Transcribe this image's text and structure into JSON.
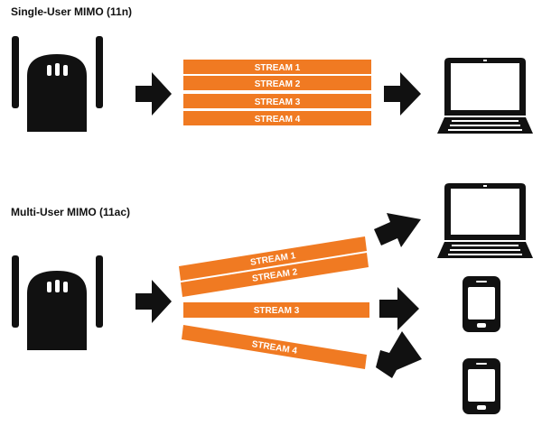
{
  "single_user": {
    "title": "Single-User MIMO (11n)",
    "streams": [
      "STREAM 1",
      "STREAM 2",
      "STREAM 3",
      "STREAM 4"
    ]
  },
  "multi_user": {
    "title": "Multi-User MIMO (11ac)",
    "streams": [
      "STREAM 1",
      "STREAM 2",
      "STREAM 3",
      "STREAM 4"
    ]
  },
  "icons": {
    "router": "router-icon",
    "arrow": "arrow-right-icon",
    "laptop": "laptop-icon",
    "phone": "smartphone-icon"
  },
  "colors": {
    "stream_fill": "#f07a22",
    "stream_divider": "#ffffff",
    "icon": "#111111",
    "background": "#ffffff"
  }
}
